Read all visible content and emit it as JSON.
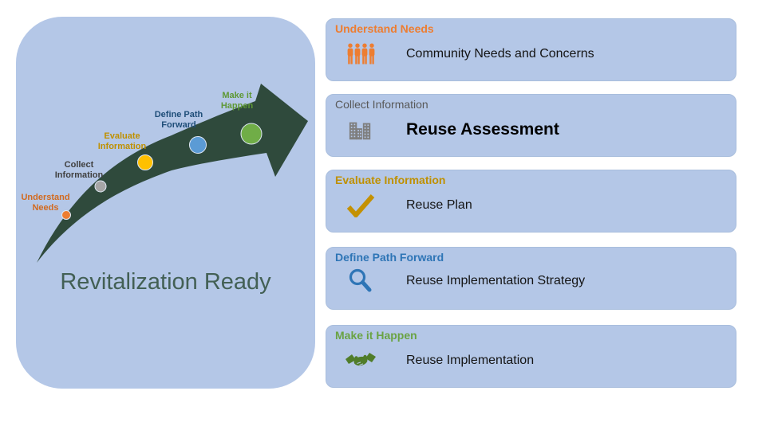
{
  "diagram": {
    "title": "Revitalization Ready",
    "title_color": "#436055",
    "arrow_color": "#2f4a3c",
    "card_bg_color": "#b4c7e7",
    "stages": [
      {
        "label": "Understand Needs",
        "label_color": "#d26a1f",
        "dot_color": "#ed7d31"
      },
      {
        "label": "Collect Information",
        "label_color": "#404040",
        "dot_color": "#a6a6a6"
      },
      {
        "label": "Evaluate Information",
        "label_color": "#bf9000",
        "dot_color": "#ffc000"
      },
      {
        "label": "Define Path Forward",
        "label_color": "#1f4e79",
        "dot_color": "#5b9bd5"
      },
      {
        "label": "Make it Happen",
        "label_color": "#5e9834",
        "dot_color": "#70ad47"
      }
    ]
  },
  "panels": [
    {
      "header": "Understand Needs",
      "header_color": "#ed7d31",
      "icon": "people-icon",
      "icon_color": "#ed7d31",
      "description": "Community Needs and Concerns"
    },
    {
      "header": "Collect Information",
      "header_color": "#595959",
      "icon": "buildings-icon",
      "icon_color": "#7f7f7f",
      "description": "Reuse Assessment"
    },
    {
      "header": "Evaluate Information",
      "header_color": "#bf9000",
      "icon": "checkmark-icon",
      "icon_color": "#c49102",
      "description": "Reuse Plan"
    },
    {
      "header": "Define Path Forward",
      "header_color": "#2e75b6",
      "icon": "magnifying-glass-icon",
      "icon_color": "#2e75b6",
      "description": "Reuse Implementation Strategy"
    },
    {
      "header": "Make it Happen",
      "header_color": "#6aa343",
      "icon": "handshake-icon",
      "icon_color": "#507d2a",
      "description": "Reuse Implementation"
    }
  ]
}
